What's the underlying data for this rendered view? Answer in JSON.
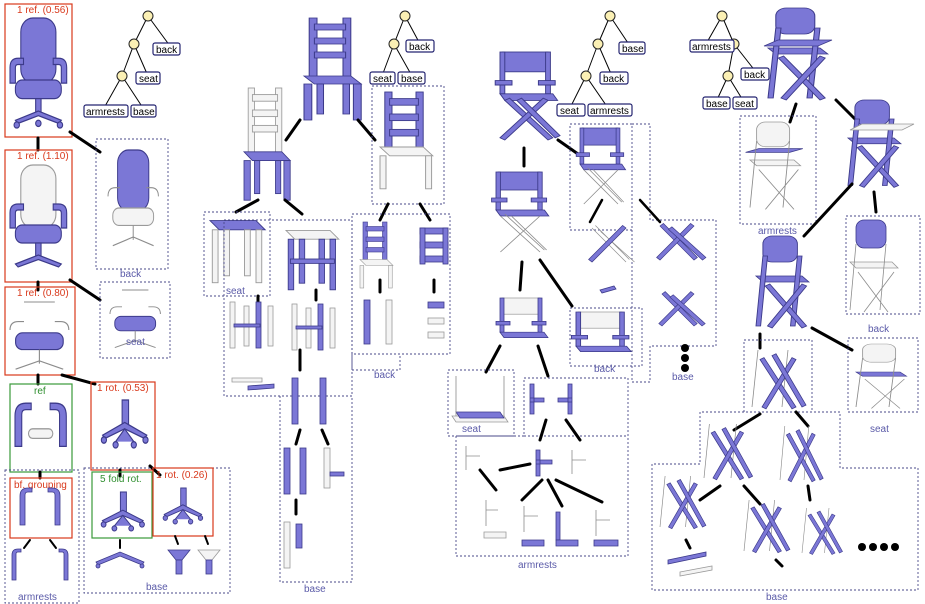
{
  "panel1": {
    "annotations": [
      "1 ref. (0.56)",
      "1 ref. (1.10)",
      "1 ref. (0.80)",
      "ref",
      "1 rot. (0.53)",
      "bf. grouping",
      "5 fold rot.",
      "1 rot. (0.26)"
    ],
    "labels": [
      "back",
      "seat",
      "armrests",
      "base"
    ],
    "tree": [
      "back",
      "seat",
      "armrests",
      "base"
    ]
  },
  "panel2": {
    "labels": [
      "seat",
      "back",
      "base"
    ],
    "tree": [
      "back",
      "seat",
      "base"
    ]
  },
  "panel3": {
    "labels": [
      "back",
      "base",
      "seat",
      "armrests"
    ],
    "tree": [
      "base",
      "back",
      "seat",
      "armrests"
    ]
  },
  "panel4": {
    "labels": [
      "armrests",
      "back",
      "seat",
      "base"
    ],
    "tree": [
      "armrests",
      "back",
      "base",
      "seat"
    ]
  },
  "colors": {
    "part": "#7b77d6",
    "ghost": "#9a9a9a",
    "annotation_red": "#d9391c",
    "annotation_green": "#2f8f2f",
    "label": "#5a5aa8",
    "tree_node": "#fbf0b4"
  }
}
